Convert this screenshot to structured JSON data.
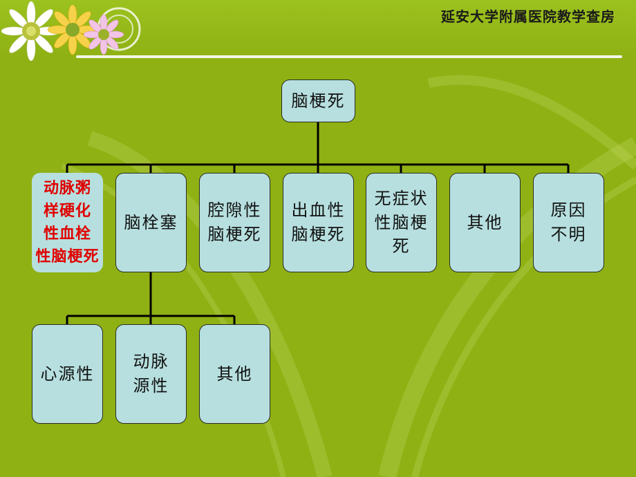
{
  "header": {
    "title": "延安大学附属医院教学查房"
  },
  "diagram": {
    "root": "脑梗死",
    "level1": [
      "动脉粥\n样硬化\n性血栓\n性脑梗死",
      "脑栓塞",
      "腔隙性\n脑梗死",
      "出血性\n脑梗死",
      "无症状\n性脑梗\n死",
      "其他",
      "原因\n不明"
    ],
    "level2": [
      "心源性",
      "动脉\n源性",
      "其他"
    ]
  },
  "colors": {
    "background": "#8fb114",
    "node_fill": "#b7dfdf",
    "highlight_text": "#e00000"
  }
}
